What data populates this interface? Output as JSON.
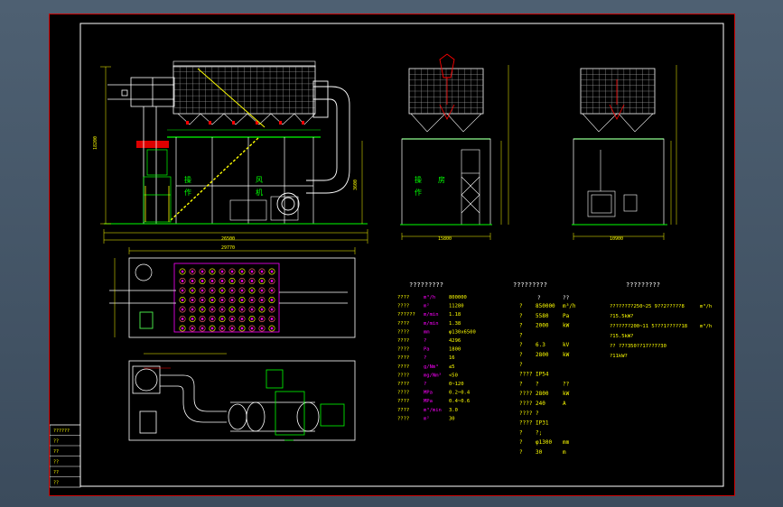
{
  "sheet": {
    "table1": {
      "title": "?????????",
      "rows": [
        [
          "????",
          "m³/h",
          "800000"
        ],
        [
          "????",
          "m²",
          "11280"
        ],
        [
          "??????",
          "m/min",
          "1.18"
        ],
        [
          "????",
          "m/min",
          "1.38"
        ],
        [
          "????",
          "mm",
          "φ130x6500"
        ],
        [
          "????",
          "?",
          "4296"
        ],
        [
          "????",
          "Pa",
          "1800"
        ],
        [
          "????",
          "?",
          "16"
        ],
        [
          "????",
          "g/Nm³",
          "≤5"
        ],
        [
          "????",
          "mg/Nm³",
          "<50"
        ],
        [
          "????",
          "?",
          "0~120"
        ],
        [
          "????",
          "MPa",
          "0.2~0.4"
        ],
        [
          "????",
          "MPa",
          "0.4~0.6"
        ],
        [
          "????",
          "m³/min",
          "3.0"
        ],
        [
          "????",
          "m²",
          "30"
        ]
      ]
    },
    "table2": {
      "title": "?????????",
      "header": [
        "?",
        "??"
      ],
      "rows": [
        [
          "?",
          "850000",
          "m³/h"
        ],
        [
          "?",
          "5580",
          "Pa"
        ],
        [
          "?",
          "2000",
          "kW"
        ],
        [
          "?",
          "",
          ""
        ],
        [
          "?",
          "6.3",
          "kV"
        ],
        [
          "?",
          "2800",
          "kW"
        ],
        [
          "?",
          "",
          ""
        ],
        [
          "????",
          "IP54",
          ""
        ],
        [
          "?",
          "?",
          "??"
        ],
        [
          "????",
          "2800",
          "kW"
        ],
        [
          "????",
          "240",
          "A"
        ],
        [
          "????",
          "?",
          ""
        ],
        [
          "????",
          "IP31",
          ""
        ],
        [
          "?",
          "?;",
          ""
        ],
        [
          "?",
          "φ1300",
          "mm"
        ],
        [
          "?",
          "30",
          "m"
        ]
      ]
    },
    "table3": {
      "title": "?????????",
      "lines": [
        "??????7?250~25 9??2?????8",
        "?15.5kW?",
        "?????7?200~11 5???1?????18",
        "?15.5kW?",
        "?? ?7?350??17??7?30",
        "?11kW?"
      ],
      "units": [
        "m³/h",
        "m³/h"
      ]
    },
    "dims": {
      "front_total": "26500",
      "side_total": "15800",
      "end_total": "10900",
      "plan_total": "29770",
      "height_left": "18200",
      "duct_width": "3600"
    },
    "title_block": [
      "??????",
      "??",
      "??",
      "??",
      "??",
      "??"
    ],
    "labels": {
      "fan_room_1": "风",
      "fan_room_2": "机",
      "fan_room_3": "房",
      "fan_room_4": "操",
      "fan_room_5": "作",
      "work_1": "操",
      "work_2": "作"
    },
    "colors": {
      "frame": "#cc0000",
      "line_white": "#ffffff",
      "yellow": "#ffff00",
      "green": "#00ff00",
      "magenta": "#ff00ff",
      "cyan": "#00ffff",
      "red": "#ff0000"
    }
  }
}
